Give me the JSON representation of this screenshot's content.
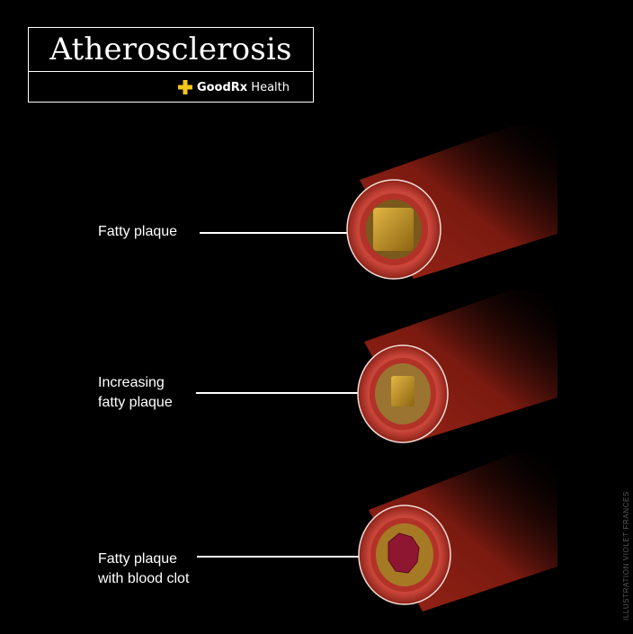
{
  "header": {
    "title": "Atherosclerosis",
    "brand": {
      "bold": "GoodRx",
      "regular": " Health",
      "logo_icon": "plus-cross-icon",
      "logo_color": "#F5C518"
    }
  },
  "stages": [
    {
      "lines": [
        "Fatty plaque"
      ]
    },
    {
      "lines": [
        "Increasing",
        "fatty plaque"
      ]
    },
    {
      "lines": [
        "Fatty plaque",
        "with blood clot"
      ]
    }
  ],
  "credit": "ILLUSTRATION VIOLET FRANCES",
  "colors": {
    "vessel_dark": "#3a0a06",
    "vessel": "#8a1f12",
    "vessel_light": "#b8372a",
    "plaque": "#b88a1e",
    "plaque_light": "#e0b440",
    "clot": "#8e1630",
    "background": "#000000"
  }
}
